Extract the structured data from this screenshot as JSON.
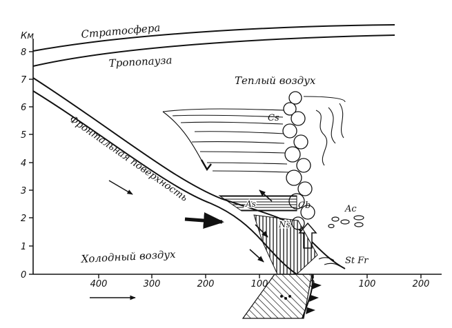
{
  "labels": {
    "stratosphere": "Стратосфера",
    "tropopause": "Тропопауза",
    "warm_air": "Теплый воздух",
    "cold_air": "Холодный воздух",
    "frontal_surface": "Фронтальная поверхность",
    "cirrostratus": "Cs",
    "altostratus": "As",
    "nimbostratus": "Ns",
    "cumulonimbus": "Cb",
    "altocumulus": "Ac",
    "stratus_fractus": "St  Fr"
  },
  "y_axis": {
    "unit": "Км",
    "ticks": [
      "0",
      "1",
      "2",
      "3",
      "4",
      "5",
      "6",
      "7",
      "8"
    ]
  },
  "x_axis": {
    "ticks": [
      "400",
      "300",
      "200",
      "100",
      "0",
      "100",
      "200"
    ]
  },
  "colors": {
    "ink": "#111111",
    "paper": "#ffffff"
  }
}
